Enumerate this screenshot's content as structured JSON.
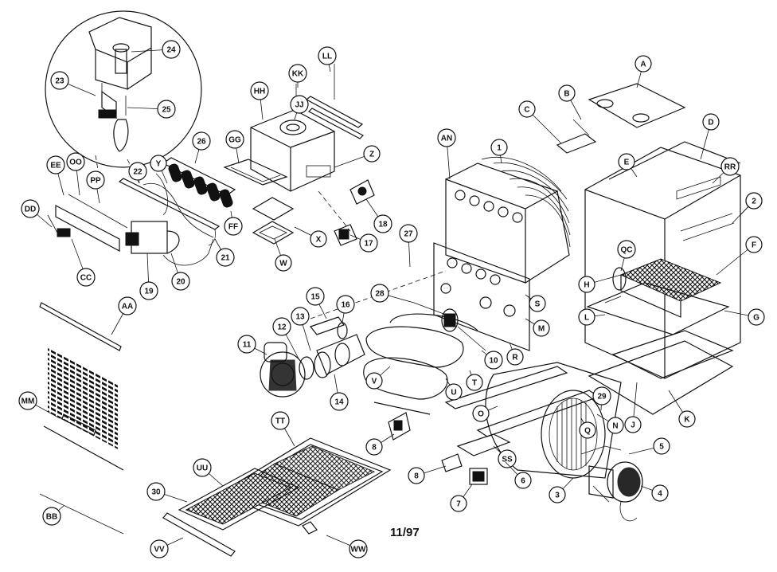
{
  "diagram": {
    "date_stamp": "11/97",
    "callouts": [
      {
        "id": "A",
        "label": "A"
      },
      {
        "id": "B",
        "label": "B"
      },
      {
        "id": "C",
        "label": "C"
      },
      {
        "id": "D",
        "label": "D"
      },
      {
        "id": "E1",
        "label": "E"
      },
      {
        "id": "E2",
        "label": "E"
      },
      {
        "id": "F",
        "label": "F"
      },
      {
        "id": "G",
        "label": "G"
      },
      {
        "id": "H",
        "label": "H"
      },
      {
        "id": "J",
        "label": "J"
      },
      {
        "id": "K",
        "label": "K"
      },
      {
        "id": "L",
        "label": "L"
      },
      {
        "id": "M",
        "label": "M"
      },
      {
        "id": "N",
        "label": "N"
      },
      {
        "id": "O",
        "label": "O"
      },
      {
        "id": "Q",
        "label": "Q"
      },
      {
        "id": "R",
        "label": "R"
      },
      {
        "id": "S",
        "label": "S"
      },
      {
        "id": "T",
        "label": "T"
      },
      {
        "id": "U",
        "label": "U"
      },
      {
        "id": "V",
        "label": "V"
      },
      {
        "id": "W",
        "label": "W"
      },
      {
        "id": "X",
        "label": "X"
      },
      {
        "id": "Y",
        "label": "Y"
      },
      {
        "id": "Z",
        "label": "Z"
      },
      {
        "id": "AA",
        "label": "AA"
      },
      {
        "id": "AN",
        "label": "AN"
      },
      {
        "id": "BB",
        "label": "BB"
      },
      {
        "id": "CC",
        "label": "CC"
      },
      {
        "id": "DD",
        "label": "DD"
      },
      {
        "id": "EE",
        "label": "EE"
      },
      {
        "id": "FF",
        "label": "FF"
      },
      {
        "id": "GG",
        "label": "GG"
      },
      {
        "id": "HH",
        "label": "HH"
      },
      {
        "id": "JJ",
        "label": "JJ"
      },
      {
        "id": "KK",
        "label": "KK"
      },
      {
        "id": "LL",
        "label": "LL"
      },
      {
        "id": "MM",
        "label": "MM"
      },
      {
        "id": "OO",
        "label": "OO"
      },
      {
        "id": "PP",
        "label": "PP"
      },
      {
        "id": "QC",
        "label": "QC"
      },
      {
        "id": "RR",
        "label": "RR"
      },
      {
        "id": "SS",
        "label": "SS"
      },
      {
        "id": "TT",
        "label": "TT"
      },
      {
        "id": "UU",
        "label": "UU"
      },
      {
        "id": "VV",
        "label": "VV"
      },
      {
        "id": "WW",
        "label": "WW"
      },
      {
        "id": "n1",
        "label": "1"
      },
      {
        "id": "n2",
        "label": "2"
      },
      {
        "id": "n3",
        "label": "3"
      },
      {
        "id": "n4",
        "label": "4"
      },
      {
        "id": "n5",
        "label": "5"
      },
      {
        "id": "n6",
        "label": "6"
      },
      {
        "id": "n7",
        "label": "7"
      },
      {
        "id": "n8a",
        "label": "8"
      },
      {
        "id": "n8b",
        "label": "8"
      },
      {
        "id": "n10",
        "label": "10"
      },
      {
        "id": "n11",
        "label": "11"
      },
      {
        "id": "n12",
        "label": "12"
      },
      {
        "id": "n13",
        "label": "13"
      },
      {
        "id": "n14",
        "label": "14"
      },
      {
        "id": "n15",
        "label": "15"
      },
      {
        "id": "n16",
        "label": "16"
      },
      {
        "id": "n17",
        "label": "17"
      },
      {
        "id": "n18",
        "label": "18"
      },
      {
        "id": "n19",
        "label": "19"
      },
      {
        "id": "n20",
        "label": "20"
      },
      {
        "id": "n21",
        "label": "21"
      },
      {
        "id": "n22",
        "label": "22"
      },
      {
        "id": "n23",
        "label": "23"
      },
      {
        "id": "n24",
        "label": "24"
      },
      {
        "id": "n25",
        "label": "25"
      },
      {
        "id": "n26",
        "label": "26"
      },
      {
        "id": "n27",
        "label": "27"
      },
      {
        "id": "n28",
        "label": "28"
      },
      {
        "id": "n29",
        "label": "29"
      },
      {
        "id": "n30",
        "label": "30"
      }
    ]
  }
}
